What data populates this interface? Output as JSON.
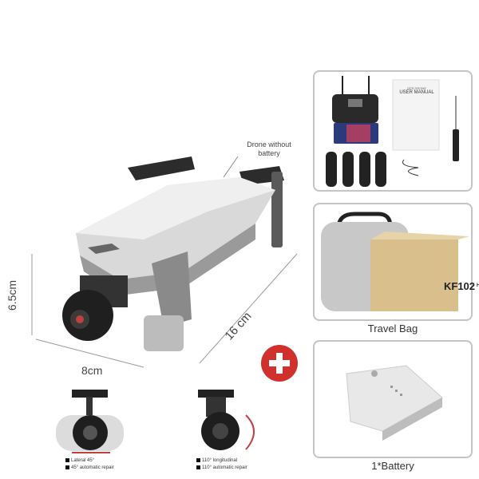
{
  "main_product": {
    "label": "Drone without battery",
    "dimensions": {
      "height": "6.5cm",
      "width": "8cm",
      "length": "16 cm"
    }
  },
  "plus_icon": "plus-icon",
  "accent_color": "#d0312d",
  "gimbals": [
    {
      "notes": [
        "Lateral 45°",
        "45° automatic repair"
      ]
    },
    {
      "notes": [
        "110° longitudinal",
        "110° automatic repair"
      ]
    }
  ],
  "accessories": [
    {
      "caption": "",
      "manual_title": "GPS DRONE",
      "manual_subtitle": "USER MANUAL"
    },
    {
      "caption": "Travel Bag",
      "box_model": "KF102",
      "box_badge": "HD"
    },
    {
      "caption": "1*Battery"
    }
  ]
}
